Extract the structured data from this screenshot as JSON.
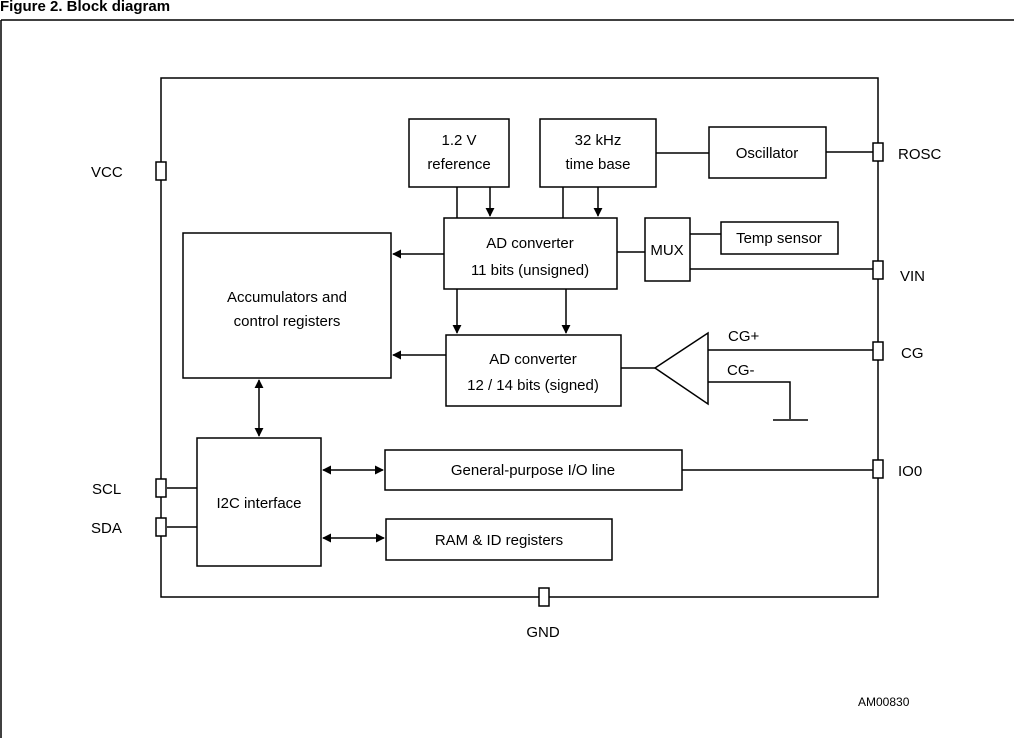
{
  "figure": {
    "caption": "Figure 2. Block diagram",
    "reference": "AM00830"
  },
  "blocks": {
    "ref_line1": "1.2 V",
    "ref_line2": "reference",
    "timebase_line1": "32 kHz",
    "timebase_line2": "time base",
    "oscillator": "Oscillator",
    "adc11_line1": "AD converter",
    "adc11_line2": "11 bits (unsigned)",
    "mux": "MUX",
    "temp_sensor": "Temp sensor",
    "accum_line1": "Accumulators and",
    "accum_line2": "control registers",
    "adc12_line1": "AD converter",
    "adc12_line2": "12 / 14 bits (signed)",
    "i2c": "I2C interface",
    "gpio": "General-purpose I/O line",
    "ram": "RAM & ID registers"
  },
  "signals": {
    "cg_plus": "CG+",
    "cg_minus": "CG-"
  },
  "pins": {
    "vcc": "VCC",
    "rosc": "ROSC",
    "vin": "VIN",
    "cg": "CG",
    "io0": "IO0",
    "scl": "SCL",
    "sda": "SDA",
    "gnd": "GND"
  }
}
